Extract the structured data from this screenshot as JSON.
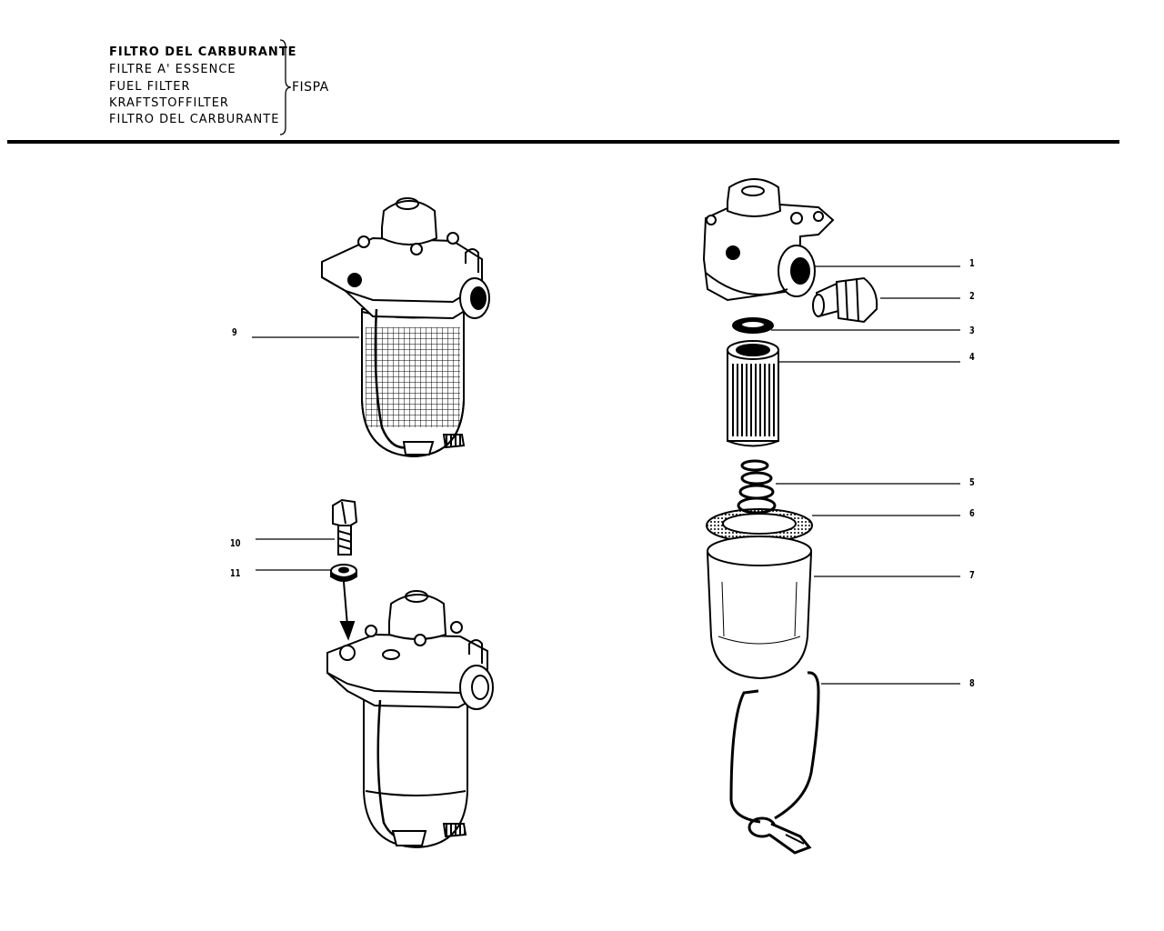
{
  "header": {
    "titles": [
      "FILTRO DEL CARBURANTE",
      "FILTRE A' ESSENCE",
      "FUEL FILTER",
      "KRAFTSTOFFILTER",
      "FILTRO DEL CARBURANTE"
    ],
    "manufacturer": "FISPA"
  },
  "callouts": [
    "1",
    "2",
    "3",
    "4",
    "5",
    "6",
    "7",
    "8",
    "9",
    "10",
    "11"
  ]
}
